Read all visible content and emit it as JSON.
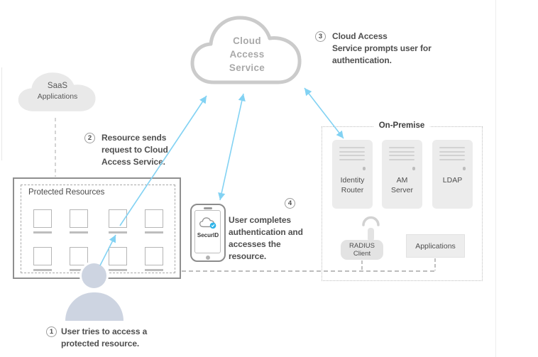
{
  "cloud_service": {
    "lines": [
      "Cloud",
      "Access",
      "Service"
    ]
  },
  "saas_cloud": {
    "title": "SaaS",
    "subtitle": "Applications"
  },
  "protected_resources": {
    "label": "Protected Resources"
  },
  "phone": {
    "app_name": "SecurID"
  },
  "steps": [
    {
      "number": "1",
      "lines": [
        "User tries to access a",
        "protected resource."
      ]
    },
    {
      "number": "2",
      "lines": [
        "Resource sends",
        "request to Cloud",
        "Access Service."
      ]
    },
    {
      "number": "3",
      "lines": [
        "Cloud Access",
        "Service prompts user for",
        "authentication."
      ]
    },
    {
      "number": "4",
      "lines": [
        "User completes",
        "authentication and",
        "accesses the",
        "resource."
      ]
    }
  ],
  "on_premise": {
    "label": "On-Premise",
    "servers": [
      {
        "name_lines": [
          "Identity",
          "Router"
        ]
      },
      {
        "name_lines": [
          "AM",
          "Server"
        ]
      },
      {
        "name_lines": [
          "LDAP"
        ]
      }
    ],
    "radius_client": {
      "lines": [
        "RADIUS",
        "Client"
      ]
    },
    "applications": {
      "label": "Applications"
    }
  },
  "colors": {
    "arrow": "#82d2f3",
    "person": "#cdd4e1",
    "cloud_border": "#cbcbcb",
    "cloud_text": "#a9a9a9",
    "securid_badge": "#2fb4e9"
  }
}
